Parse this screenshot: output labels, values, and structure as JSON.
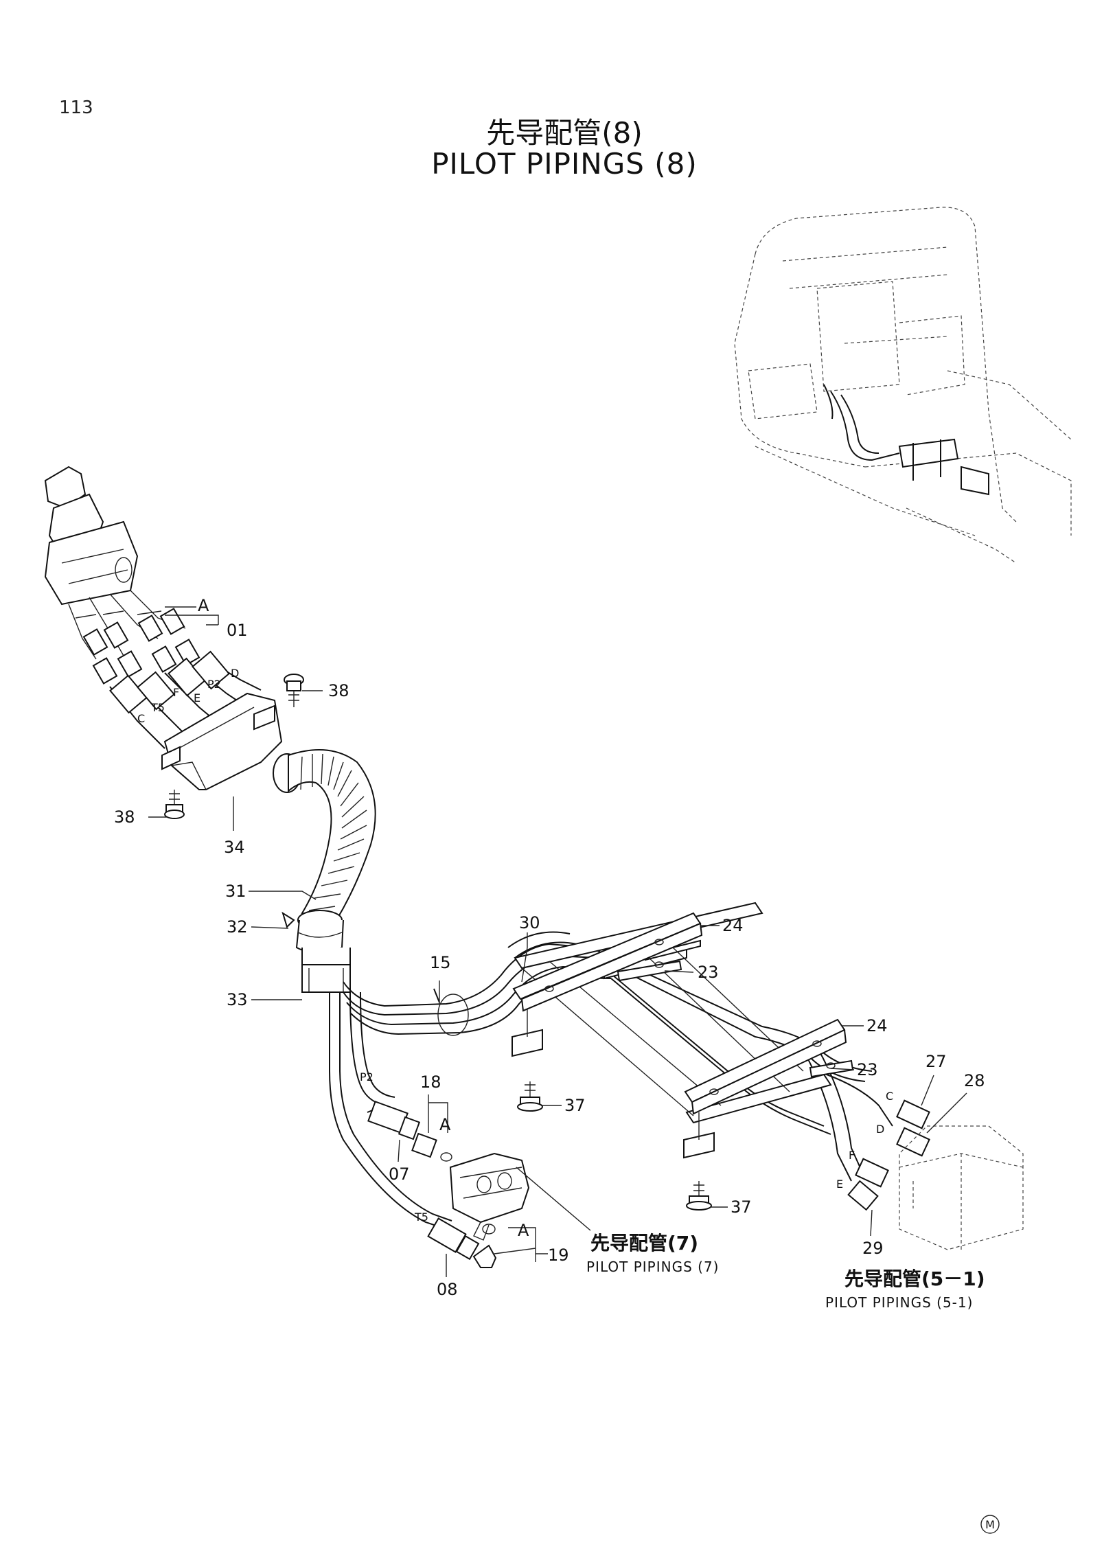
{
  "page_number": "113",
  "title_cn": "先导配管(8)",
  "title_en": "PILOT PIPINGS (8)",
  "part_labels": {
    "p01": "01",
    "p07": "07",
    "p08": "08",
    "p15": "15",
    "p18": "18",
    "p19": "19",
    "p23a": "23",
    "p23b": "23",
    "p24a": "24",
    "p24b": "24",
    "p27": "27",
    "p28": "28",
    "p29": "29",
    "p30": "30",
    "p31": "31",
    "p32": "32",
    "p33": "33",
    "p34": "34",
    "p37a": "37",
    "p37b": "37",
    "p38a": "38",
    "p38b": "38"
  },
  "callout_letters": {
    "a1": "A",
    "a2": "A",
    "a3": "A"
  },
  "hose_labels": {
    "c_top": "C",
    "t5_top": "T5",
    "f_top": "F",
    "e_top": "E",
    "p2_top": "P2",
    "d_top": "D",
    "p2_mid": "P2",
    "t5_mid": "T5",
    "c_right": "C",
    "d_right": "D",
    "f_right": "F",
    "e_right": "E"
  },
  "references": {
    "ref7_cn": "先导配管(7)",
    "ref7_en": "PILOT PIPINGS (7)",
    "ref51_cn": "先导配管(5－1)",
    "ref51_en": "PILOT PIPINGS (5-1)"
  },
  "footer_mark": "M"
}
